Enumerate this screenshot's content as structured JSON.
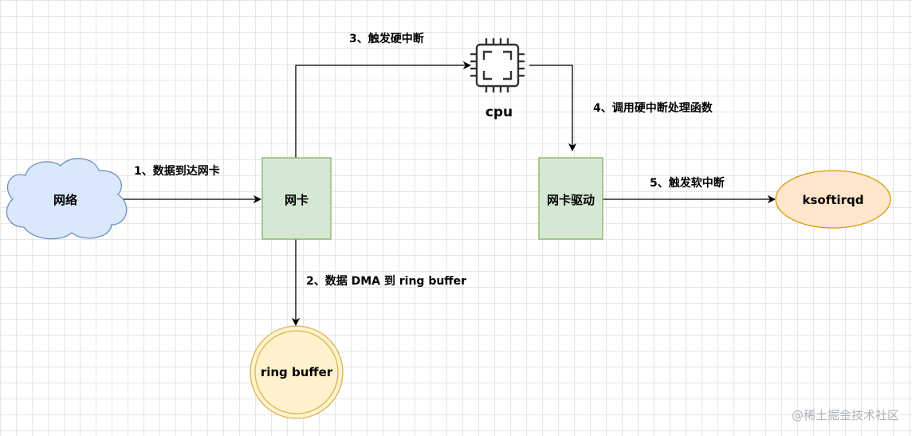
{
  "nodes": {
    "network": "网络",
    "nic": "网卡",
    "cpu": "cpu",
    "nic_driver": "网卡驱动",
    "ksoftirqd": "ksoftirqd",
    "ring_buffer": "ring buffer"
  },
  "edges": {
    "step1": "1、数据到达网卡",
    "step2": "2、数据 DMA 到 ring buffer",
    "step3": "3、触发硬中断",
    "step4": "4、调用硬中断处理函数",
    "step5": "5、触发软中断"
  },
  "watermark": "@稀土掘金技术社区",
  "colors": {
    "cloud_fill": "#dae8fc",
    "cloud_stroke": "#6c8ebf",
    "box_fill": "#d5e8d4",
    "box_stroke": "#82b366",
    "ellipse_fill": "#ffe6cc",
    "ellipse_stroke": "#d79b00",
    "circle_fill": "#fff2cc",
    "circle_stroke": "#d6b656"
  }
}
